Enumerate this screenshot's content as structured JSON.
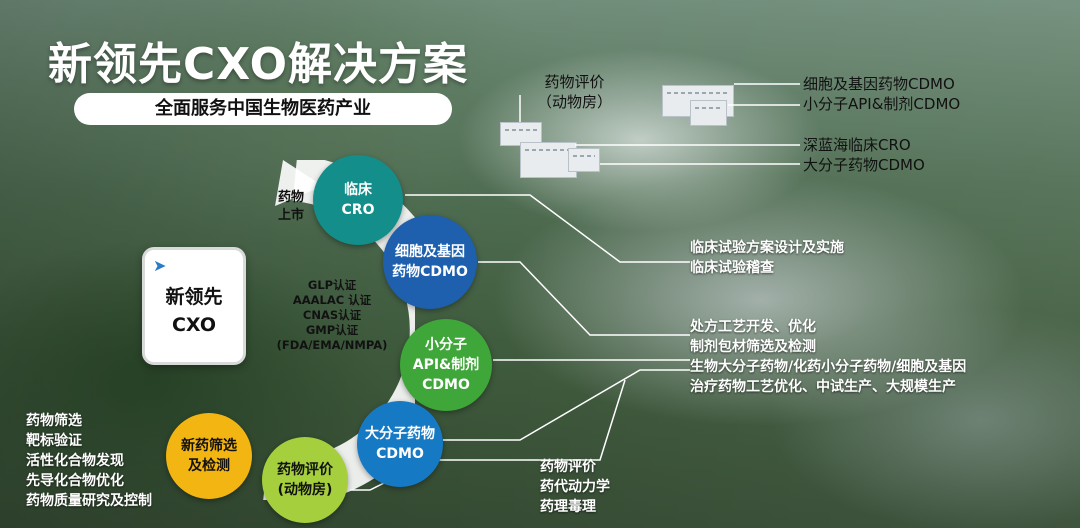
{
  "title": "新领先CXO解决方案",
  "subtitle": "全面服务中国生物医药产业",
  "center": {
    "line1": "新领先",
    "line2": "CXO",
    "icon": "rocket-icon"
  },
  "certifications": [
    "GLP认证",
    "AAALAC 认证",
    "CNAS认证",
    "GMP认证",
    "(FDA/EMA/NMPA)"
  ],
  "market_label": [
    "药物",
    "上市"
  ],
  "nodes": {
    "cro": [
      "临床",
      "CRO"
    ],
    "cell": [
      "细胞及基因",
      "药物CDMO"
    ],
    "small": [
      "小分子",
      "API&制剂",
      "CDMO"
    ],
    "large": [
      "大分子药物",
      "CDMO"
    ],
    "screen": [
      "新药筛选",
      "及检测"
    ],
    "eval": [
      "药物评价",
      "(动物房)"
    ]
  },
  "building_labels": {
    "animal": [
      "药物评价",
      "（动物房）"
    ],
    "right": [
      "细胞及基因药物CDMO",
      "小分子API&制剂CDMO",
      "深蓝海临床CRO",
      "大分子药物CDMO"
    ]
  },
  "service_labels": {
    "clinical": [
      "临床试验方案设计及实施",
      "临床试验稽查"
    ],
    "process": [
      "处方工艺开发、优化",
      "制剂包材筛选及检测",
      "生物大分子药物/化药小分子药物/细胞及基因",
      "治疗药物工艺优化、中试生产、大规模生产"
    ],
    "pharma": [
      "药物评价",
      "药代动力学",
      "药理毒理"
    ],
    "screening": [
      "药物筛选",
      "靶标验证",
      "活性化合物发现",
      "先导化合物优化",
      "药物质量研究及控制"
    ]
  },
  "colors": {
    "cro": "#138e8a",
    "cell": "#1e5fae",
    "small": "#3fa63a",
    "large": "#1679c4",
    "screen": "#f3b511",
    "eval": "#a5cf3d"
  }
}
